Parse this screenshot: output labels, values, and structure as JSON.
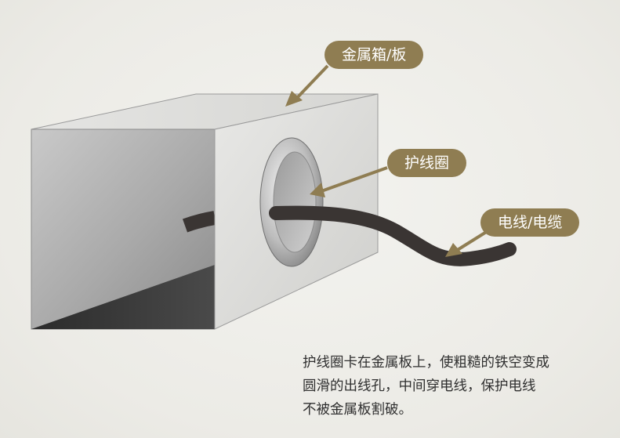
{
  "labels": {
    "metal_box": "金属箱/板",
    "grommet": "护线圈",
    "cable": "电线/电缆"
  },
  "caption": {
    "line1": "护线圈卡在金属板上，使粗糙的铁空变成",
    "line2": "圆滑的出线孔，中间穿电线，保护电线",
    "line3": "不被金属板割破。"
  },
  "colors": {
    "label_bg": "#8f7d52",
    "arrow": "#8f7d52",
    "cable": "#3a3533",
    "background": "#efefeb"
  }
}
